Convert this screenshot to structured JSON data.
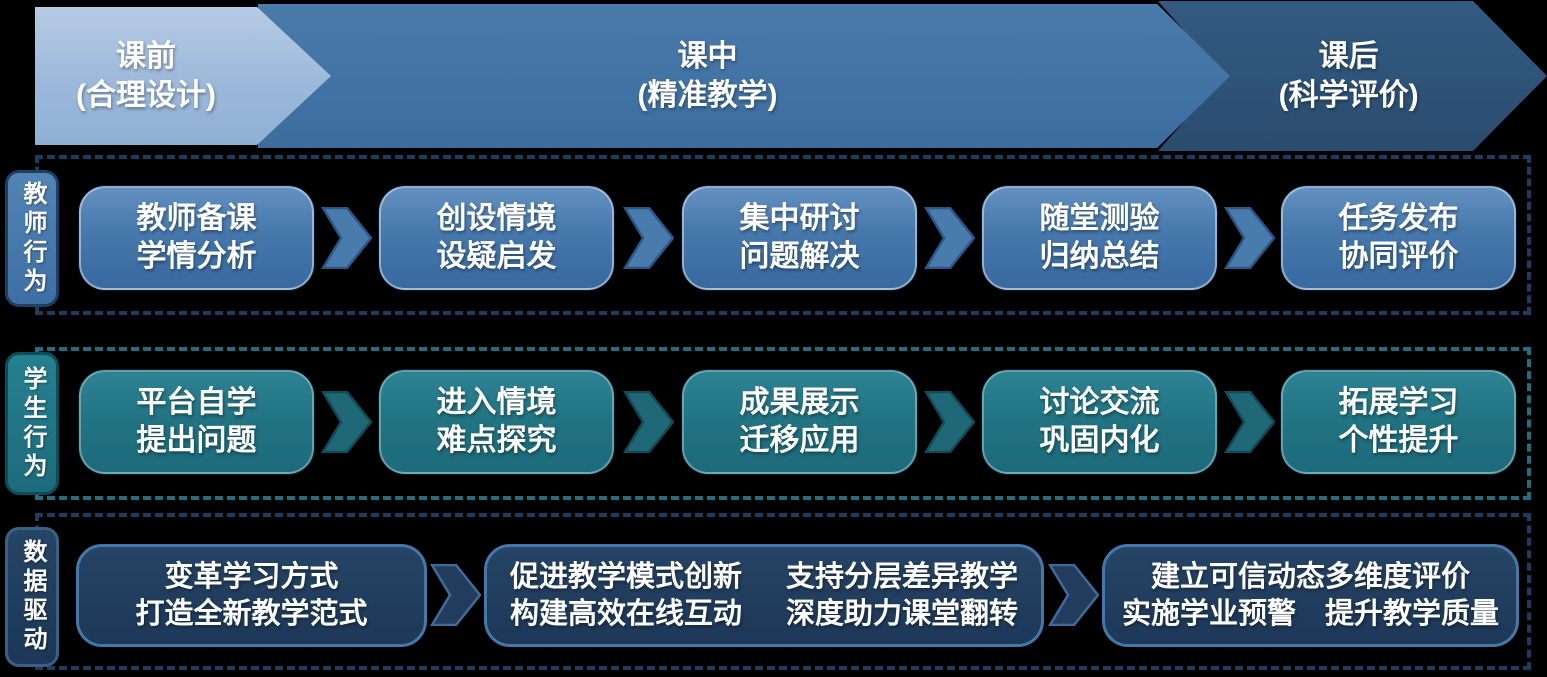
{
  "header": {
    "phases": [
      {
        "title": "课前",
        "subtitle": "(合理设计)"
      },
      {
        "title": "课中",
        "subtitle": "(精准教学)"
      },
      {
        "title": "课后",
        "subtitle": "(科学评价)"
      }
    ]
  },
  "rows": [
    {
      "label": "教师行为",
      "boxes": [
        {
          "lines": [
            "教师备课",
            "学情分析"
          ]
        },
        {
          "lines": [
            "创设情境",
            "设疑启发"
          ]
        },
        {
          "lines": [
            "集中研讨",
            "问题解决"
          ]
        },
        {
          "lines": [
            "随堂测验",
            "归纳总结"
          ]
        },
        {
          "lines": [
            "任务发布",
            "协同评价"
          ]
        }
      ]
    },
    {
      "label": "学生行为",
      "boxes": [
        {
          "lines": [
            "平台自学",
            "提出问题"
          ]
        },
        {
          "lines": [
            "进入情境",
            "难点探究"
          ]
        },
        {
          "lines": [
            "成果展示",
            "迁移应用"
          ]
        },
        {
          "lines": [
            "讨论交流",
            "巩固内化"
          ]
        },
        {
          "lines": [
            "拓展学习",
            "个性提升"
          ]
        }
      ]
    },
    {
      "label": "数据驱动",
      "boxes": [
        {
          "lines": [
            "变革学习方式",
            "打造全新教学范式"
          ]
        },
        {
          "columns": [
            {
              "lines": [
                "促进教学模式创新",
                "构建高效在线互动"
              ]
            },
            {
              "lines": [
                "支持分层差异教学",
                "深度助力课堂翻转"
              ]
            }
          ]
        },
        {
          "lines": [
            "建立可信动态多维度评价",
            "实施学业预警　提升教学质量"
          ]
        }
      ]
    }
  ],
  "colors": {
    "background": "#000000",
    "phase_before": "#9cb9da",
    "phase_during": "#4273a5",
    "phase_after": "#2e5378",
    "teacher_blue": "#4678ac",
    "student_teal": "#217382",
    "data_navy": "#1d3858",
    "dash_navy": "#1e3c60",
    "dash_teal": "#1f6f80",
    "text": "#ffffff"
  }
}
